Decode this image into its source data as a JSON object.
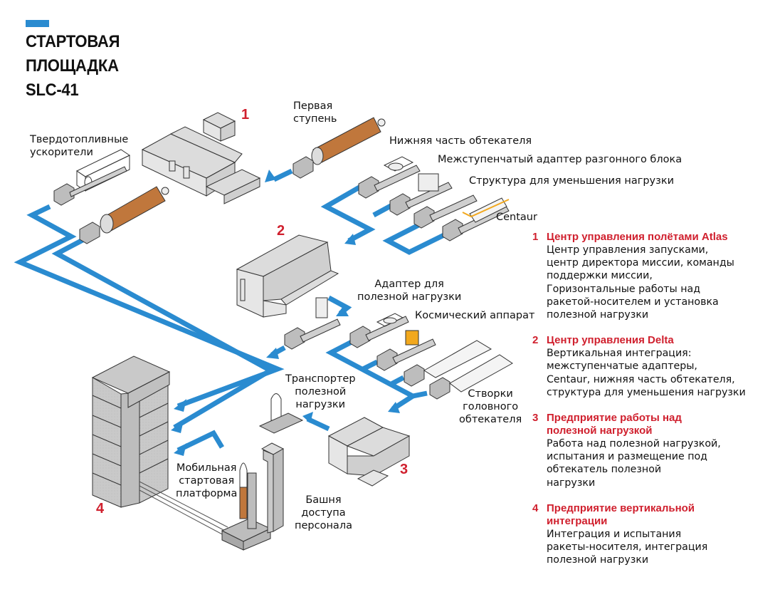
{
  "title": {
    "lines": [
      "СТАРТОВАЯ",
      "ПЛОЩАДКА",
      "SLC-41"
    ],
    "accent_color": "#2a8bd0"
  },
  "colors": {
    "flow_arrow": "#2a8bd0",
    "facility_number": "#d0202e",
    "building": "#dcdcdc",
    "rocket_stage": "#c0773c",
    "spacecraft": "#f2a81d"
  },
  "facility_numbers": {
    "n1": "1",
    "n2": "2",
    "n3": "3",
    "n4": "4"
  },
  "labels": {
    "srb": [
      "Твердотопливные",
      "ускорители"
    ],
    "first_stage": [
      "Первая",
      "ступень"
    ],
    "lower_fairing": "Нижняя часть обтекателя",
    "interstage_adapter": "Межступенчатый адаптер разгонного блока",
    "load_reduction": "Структура для уменьшения нагрузки",
    "centaur": "Centaur",
    "payload_adapter": [
      "Адаптер для",
      "полезной нагрузки"
    ],
    "spacecraft": "Космический аппарат",
    "payload_transporter": [
      "Транспортер",
      "полезной",
      "нагрузки"
    ],
    "fairing_halves": [
      "Створки",
      "головного",
      "обтекателя"
    ],
    "mobile_platform": [
      "Мобильная",
      "стартовая",
      "платформа"
    ],
    "access_tower": [
      "Башня",
      "доступа",
      "персонала"
    ]
  },
  "legend": [
    {
      "number": "1",
      "heading": [
        "Центр управления полётами Atlas"
      ],
      "body": [
        "Центр управления запусками,",
        "центр директора миссии, команды",
        "поддержки миссии,",
        "Горизонтальные работы над",
        "ракетой-носителем и установка",
        "полезной нагрузки"
      ]
    },
    {
      "number": "2",
      "heading": [
        "Центр управления Delta"
      ],
      "body": [
        "Вертикальная интеграция:",
        "межступенчатые адаптеры,",
        "Centaur, нижняя часть обтекателя,",
        "структура для уменьшения нагрузки"
      ]
    },
    {
      "number": "3",
      "heading": [
        "Предприятие работы над",
        "полезной нагрузкой"
      ],
      "body": [
        "Работа над полезной нагрузкой,",
        "испытания и размещение под",
        "обтекатель полезной",
        "нагрузки"
      ]
    },
    {
      "number": "4",
      "heading": [
        "Предприятие вертикальной",
        "интеграции"
      ],
      "body": [
        "Интеграция и испытания",
        "ракеты-носителя, интеграция",
        "полезной нагрузки"
      ]
    }
  ]
}
